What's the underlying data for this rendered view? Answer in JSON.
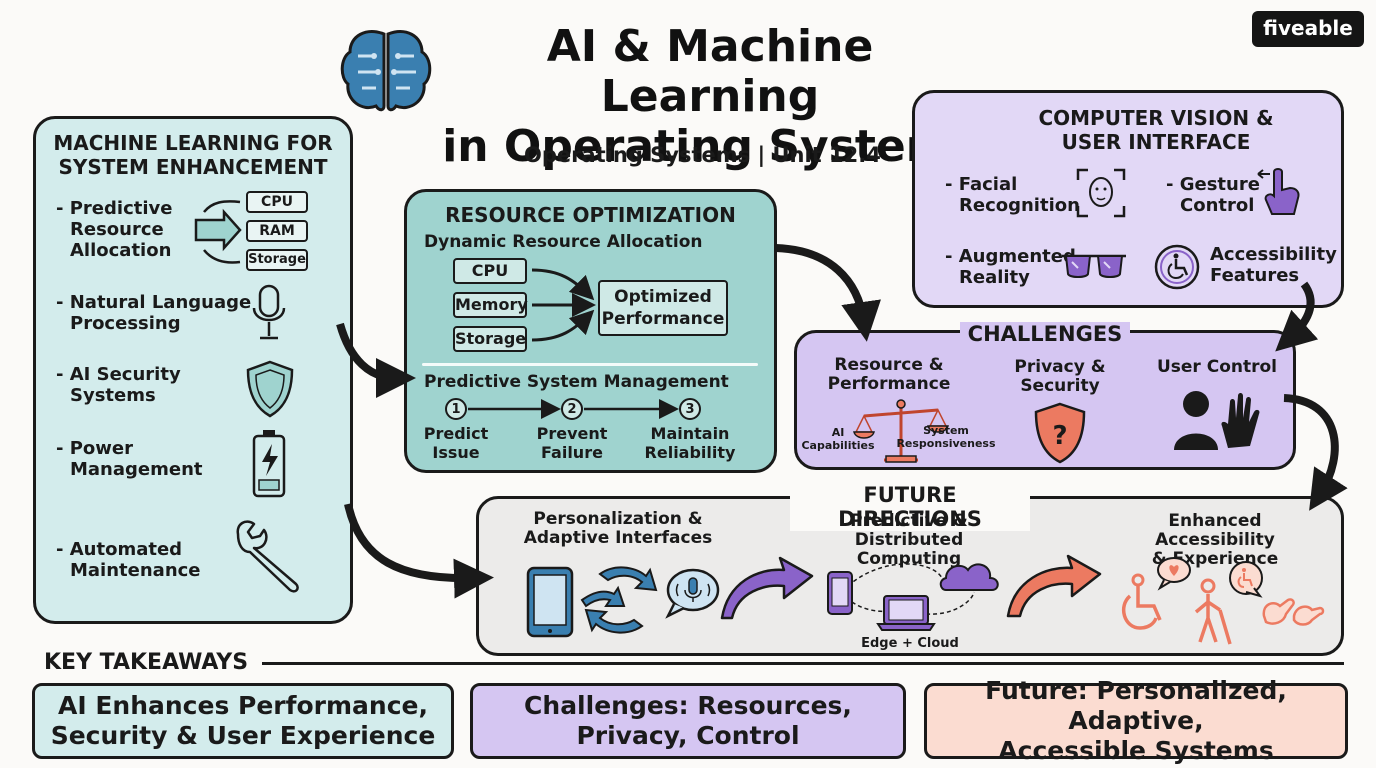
{
  "header": {
    "title_line1": "AI & Machine Learning",
    "title_line2": "in Operating Systems",
    "subtitle": "Operating Systems | Unit 12.4",
    "brand": "fiveable"
  },
  "ml_panel": {
    "title_line1": "MACHINE LEARNING FOR",
    "title_line2": "SYSTEM ENHANCEMENT",
    "items": [
      {
        "line1": "- Predictive",
        "line2": "Resource",
        "line3": "Allocation"
      },
      {
        "line1": "- Natural Language",
        "line2": "Processing"
      },
      {
        "line1": "- AI Security",
        "line2": "Systems"
      },
      {
        "line1": "- Power",
        "line2": "Management"
      },
      {
        "line1": "- Automated",
        "line2": "Maintenance"
      }
    ],
    "chips": [
      "CPU",
      "RAM",
      "Storage"
    ]
  },
  "resource_panel": {
    "title": "RESOURCE OPTIMIZATION",
    "subtitle": "Dynamic Resource Allocation",
    "chips": [
      "CPU",
      "Memory",
      "Storage"
    ],
    "result_line1": "Optimized",
    "result_line2": "Performance",
    "psm_title": "Predictive System Management",
    "steps": [
      {
        "num": "1",
        "line1": "Predict",
        "line2": "Issue"
      },
      {
        "num": "2",
        "line1": "Prevent",
        "line2": "Failure"
      },
      {
        "num": "3",
        "line1": "Maintain",
        "line2": "Reliability"
      }
    ]
  },
  "cv_panel": {
    "title_line1": "COMPUTER VISION &",
    "title_line2": "USER INTERFACE",
    "items": [
      {
        "line1": "- Facial",
        "line2": "Recognition"
      },
      {
        "line1": "- Gesture",
        "line2": "Control"
      },
      {
        "line1": "- Augmented",
        "line2": "Reality"
      },
      {
        "line1": "Accessibility",
        "line2": "Features"
      }
    ]
  },
  "challenges": {
    "title": "CHALLENGES",
    "c1_line1": "Resource &",
    "c1_line2": "Performance",
    "ai_line1": "AI",
    "ai_line2": "Capabilities",
    "sys_line1": "System",
    "sys_line2": "Responsiveness",
    "c2_line1": "Privacy &",
    "c2_line2": "Security",
    "c3": "User Control"
  },
  "future": {
    "title": "FUTURE DIRECTIONS",
    "f1_line1": "Personalization &",
    "f1_line2": "Adaptive Interfaces",
    "f2_line1": "Predictive & Distributed",
    "f2_line2": "Computing",
    "f2_caption": "Edge + Cloud",
    "f3_line1": "Enhanced Accessibility",
    "f3_line2": "& Experience"
  },
  "takeaways": {
    "heading": "KEY TAKEAWAYS",
    "t1_line1": "AI Enhances Performance,",
    "t1_line2": "Security & User Experience",
    "t2_line1": "Challenges: Resources,",
    "t2_line2": "Privacy, Control",
    "t3_line1": "Future: Personalized, Adaptive,",
    "t3_line2": "Accessible Systems"
  },
  "colors": {
    "teal_light": "#d3ecec",
    "teal": "#9fd3cf",
    "lavender": "#e2d8f6",
    "lavender_mid": "#d5c6f2",
    "grey": "#ecebea",
    "salmon": "#fbdcd1",
    "icon_blue": "#3a7fb0",
    "icon_purple": "#8a63c9",
    "icon_salmon": "#ec7a61"
  }
}
